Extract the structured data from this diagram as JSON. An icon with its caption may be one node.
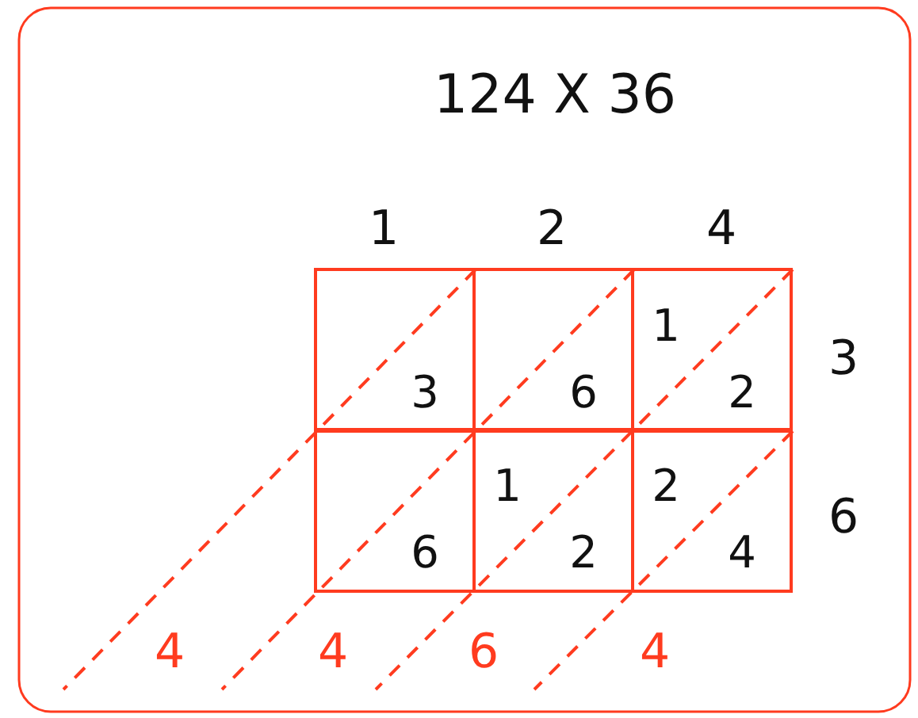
{
  "diagram": {
    "title": "124 X 36",
    "nodes": [
      {
        "text": [
          "3"
        ]
      },
      {
        "text": [
          "6"
        ]
      },
      {
        "text": [
          "1",
          "2"
        ]
      },
      {
        "text": [
          "6"
        ]
      },
      {
        "text": [
          "1",
          "2"
        ]
      },
      {
        "text": [
          "2",
          "4"
        ]
      }
    ],
    "labels": [
      "1",
      "2",
      "4",
      "3",
      "6",
      "4",
      "4",
      "6",
      "4"
    ]
  }
}
